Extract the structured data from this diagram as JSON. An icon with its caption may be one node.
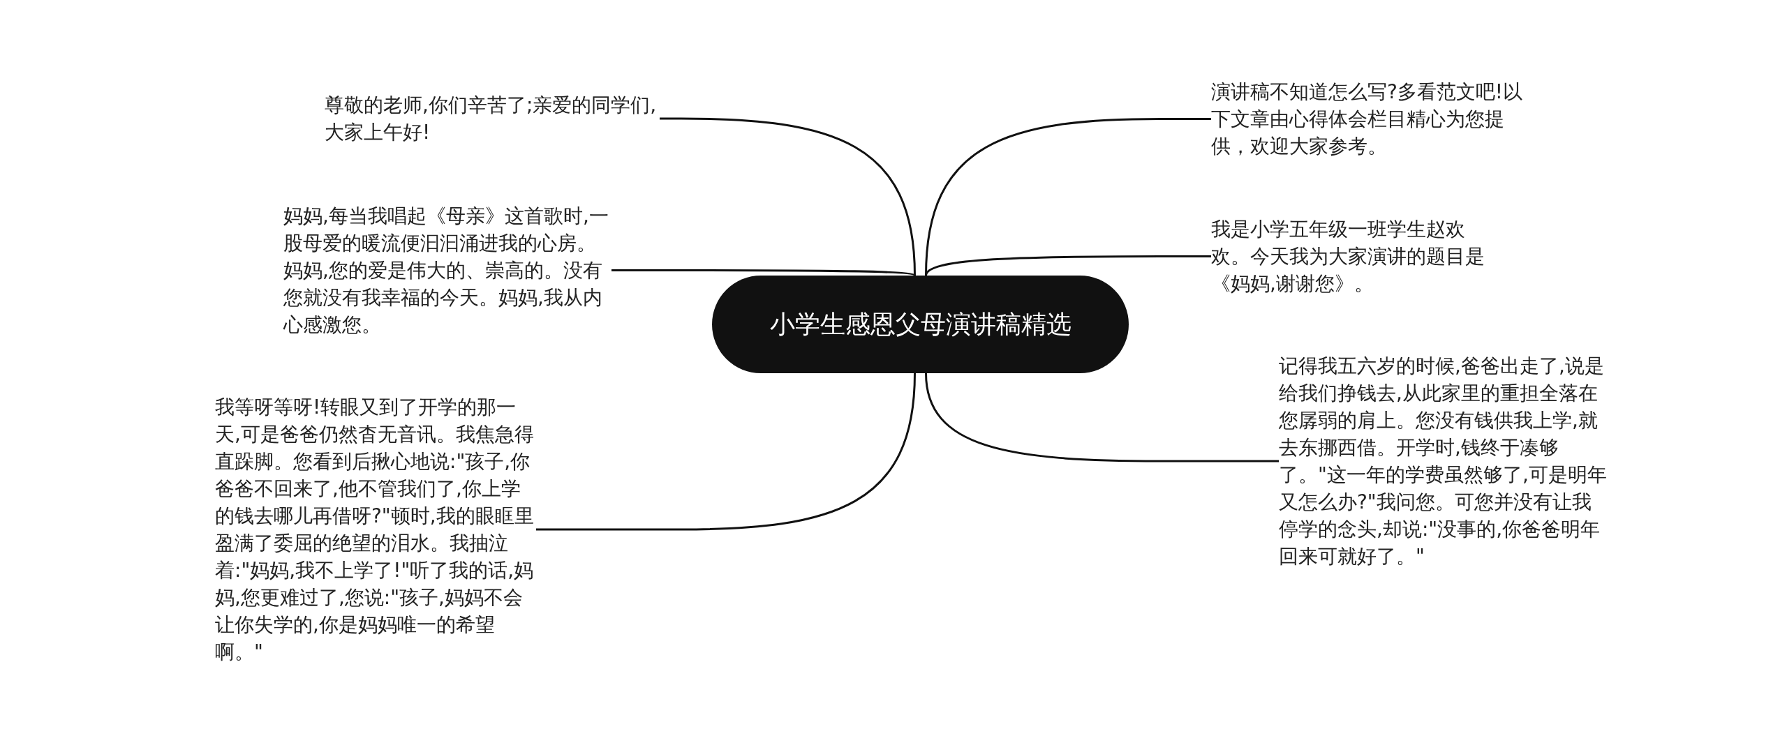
{
  "diagram": {
    "nodes": [
      {
        "text": [
          "小学生感恩父母演讲稿精选"
        ]
      },
      {
        "text": [
          "尊敬的老师,你们辛苦了;亲爱的同学们,大家上午好!"
        ]
      },
      {
        "text": [
          "妈妈,每当我唱起《母亲》这首歌时,一股母爱的暖流便汩汩涌进我的心房。妈妈,您的爱是伟大的、崇高的。没有您就没有我幸福的今天。妈妈,我从内心感激您。"
        ]
      },
      {
        "text": [
          "我等呀等呀!转眼又到了开学的那一天,可是爸爸仍然杳无音讯。我焦急得直跺脚。您看到后揪心地说:\"孩子,你爸爸不回来了,他不管我们了,你上学的钱去哪儿再借呀?\"顿时,我的眼眶里盈满了委屈的绝望的泪水。我抽泣着:\"妈妈,我不上学了!\"听了我的话,妈妈,您更难过了,您说:\"孩子,妈妈不会让你失学的,你是妈妈唯一的希望啊。\""
        ]
      },
      {
        "text": [
          "演讲稿不知道怎么写?多看范文吧!以下文章由心得体会栏目精心为您提供，欢迎大家参考。"
        ]
      },
      {
        "text": [
          "我是小学五年级一班学生赵欢欢。今天我为大家演讲的题目是《妈妈,谢谢您》。"
        ]
      },
      {
        "text": [
          "记得我五六岁的时候,爸爸出走了,说是给我们挣钱去,从此家里的重担全落在您孱弱的肩上。您没有钱供我上学,就去东挪西借。开学时,钱终于凑够了。\"这一年的学费虽然够了,可是明年又怎么办?\"我问您。可您并没有让我停学的念头,却说:\"没事的,你爸爸明年回来可就好了。\""
        ]
      }
    ],
    "edges": [
      {
        "from": 0,
        "to": 1,
        "arrow": "none"
      },
      {
        "from": 0,
        "to": 2,
        "arrow": "none"
      },
      {
        "from": 0,
        "to": 3,
        "arrow": "none"
      },
      {
        "from": 0,
        "to": 4,
        "arrow": "none"
      },
      {
        "from": 0,
        "to": 5,
        "arrow": "none"
      },
      {
        "from": 0,
        "to": 6,
        "arrow": "none"
      }
    ]
  }
}
